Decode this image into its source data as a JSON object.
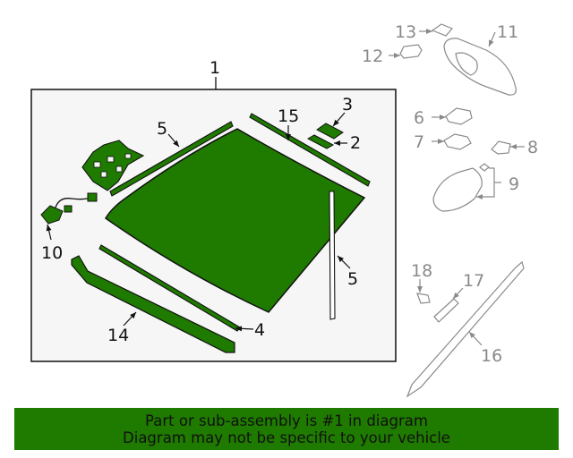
{
  "callouts": {
    "c1": "1",
    "c2": "2",
    "c3": "3",
    "c4": "4",
    "c5a": "5",
    "c5b": "5",
    "c6": "6",
    "c7": "7",
    "c8": "8",
    "c9": "9",
    "c10": "10",
    "c11": "11",
    "c12": "12",
    "c13": "13",
    "c14": "14",
    "c15": "15",
    "c16": "16",
    "c17": "17",
    "c18": "18"
  },
  "banner": {
    "line1": "Part or sub-assembly is #1 in diagram",
    "line2": "Diagram may not be specific to your vehicle"
  },
  "colors": {
    "highlight": "#1f7a00",
    "box_background": "#f6f6f6",
    "outline": "#111111",
    "grey_parts": "#8a8a8a"
  }
}
